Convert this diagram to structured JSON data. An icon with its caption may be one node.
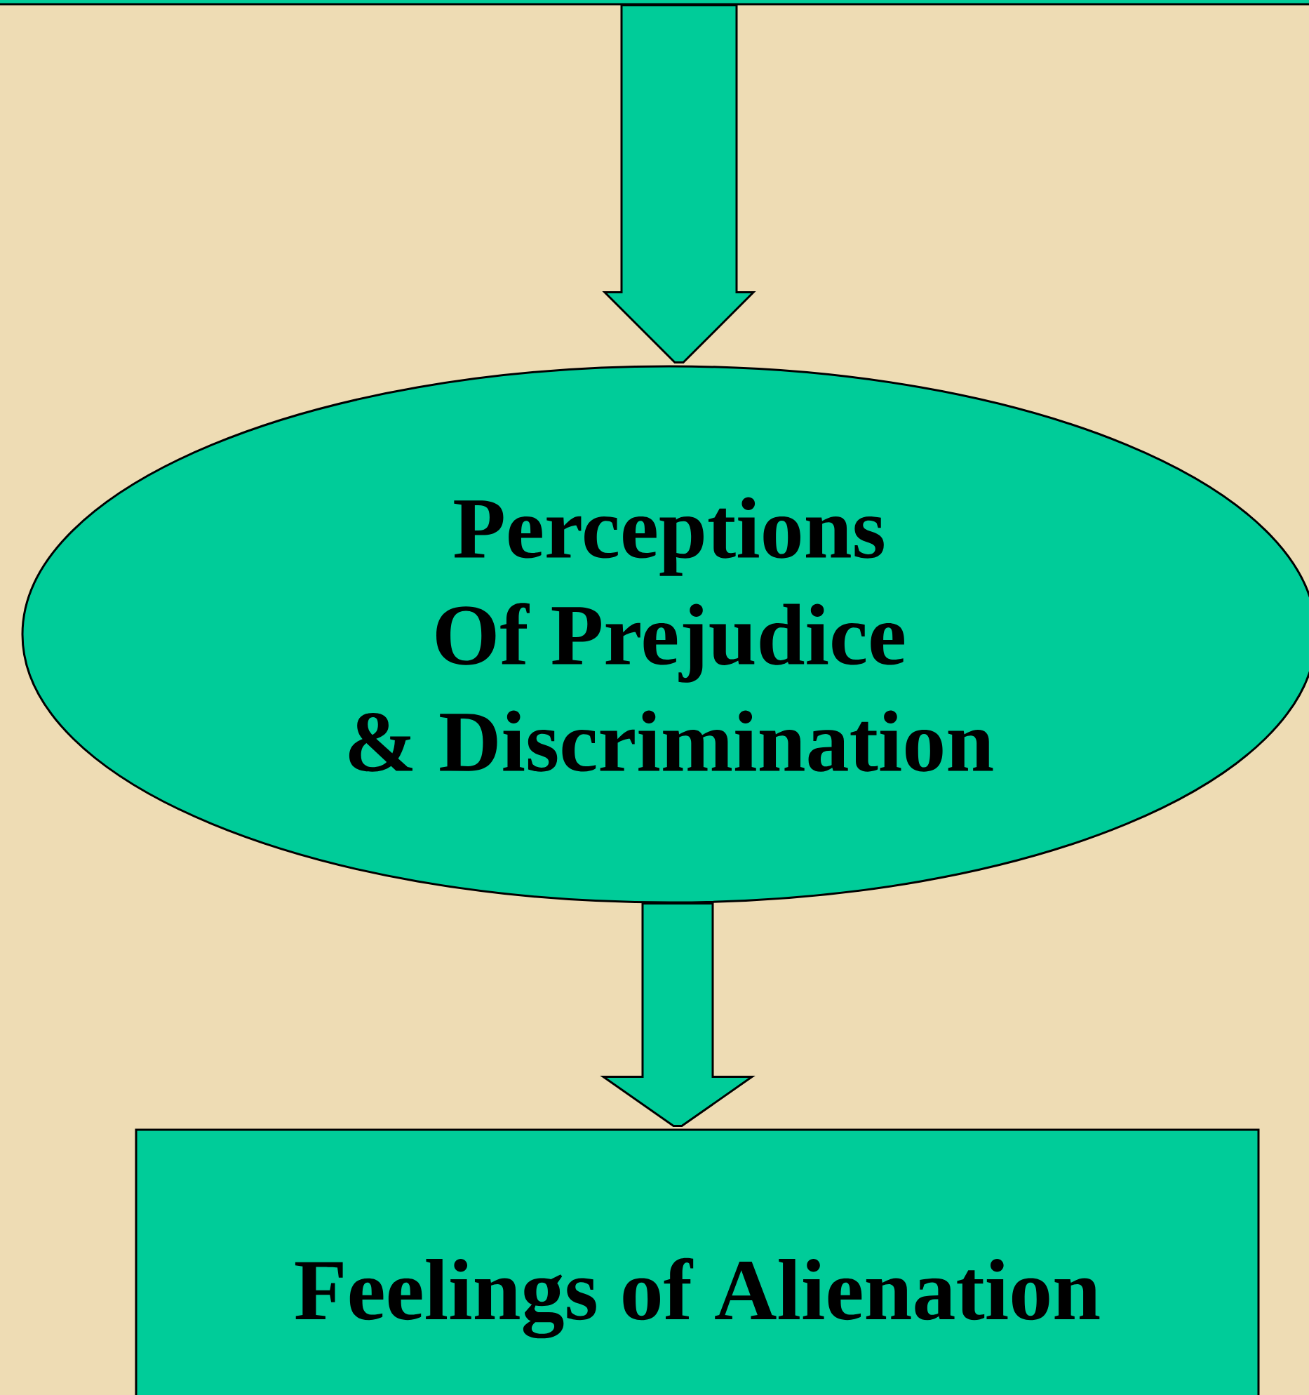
{
  "diagram": {
    "nodes": [
      {
        "text": [],
        "shape": "box"
      },
      {
        "text": [
          "Perceptions Of Prejudice & Discrimination"
        ]
      },
      {
        "text": [
          "Feelings of Alienation"
        ]
      }
    ],
    "edges": [
      {
        "from": 0,
        "to": 1,
        "arrow": "to"
      },
      {
        "from": 1,
        "to": 2,
        "arrow": "to"
      }
    ]
  }
}
